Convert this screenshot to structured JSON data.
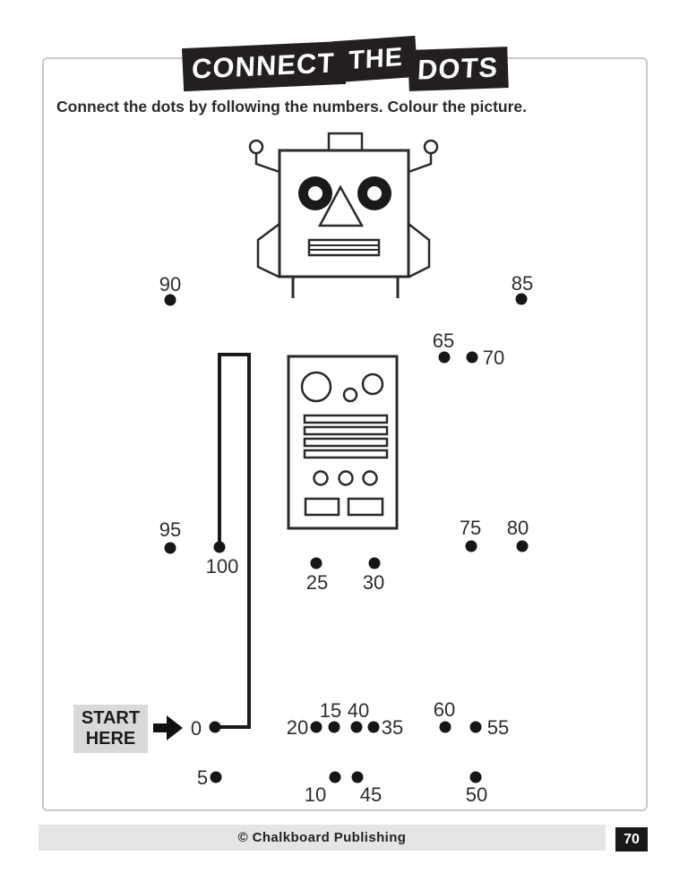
{
  "title_banner": {
    "word1": "CONNECT",
    "word2": "THE",
    "word3": "DOTS"
  },
  "instruction": "Connect the dots by following the numbers. Colour the picture.",
  "start_marker": {
    "line1": "START",
    "line2": "HERE"
  },
  "footer": {
    "copyright": "© Chalkboard Publishing",
    "page_number": "70"
  },
  "colors": {
    "ink": "#2a2a2a",
    "banner_bg": "#231f20",
    "start_box_bg": "#d9d9d9",
    "footer_bg": "#e5e5e5",
    "page_number_bg": "#191919",
    "page_border": "#c9c9c9"
  },
  "puzzle": {
    "drawn_path": "240,812 278,812 278,396 245,396 245,611",
    "dots": [
      {
        "n": "0",
        "dot": [
          240,
          812
        ],
        "label": [
          219,
          814
        ]
      },
      {
        "n": "5",
        "dot": [
          241,
          868
        ],
        "label": [
          226,
          869
        ]
      },
      {
        "n": "10",
        "dot": [
          374,
          868
        ],
        "label": [
          352,
          888
        ]
      },
      {
        "n": "15",
        "dot": [
          373,
          812
        ],
        "label": [
          369,
          794
        ]
      },
      {
        "n": "20",
        "dot": [
          353,
          812
        ],
        "label": [
          332,
          813
        ]
      },
      {
        "n": "25",
        "dot": [
          353,
          629
        ],
        "label": [
          354,
          651
        ]
      },
      {
        "n": "30",
        "dot": [
          418,
          629
        ],
        "label": [
          417,
          651
        ]
      },
      {
        "n": "35",
        "dot": [
          417,
          812
        ],
        "label": [
          438,
          813
        ]
      },
      {
        "n": "40",
        "dot": [
          398,
          812
        ],
        "label": [
          400,
          794
        ]
      },
      {
        "n": "45",
        "dot": [
          399,
          868
        ],
        "label": [
          414,
          888
        ]
      },
      {
        "n": "50",
        "dot": [
          531,
          868
        ],
        "label": [
          532,
          888
        ]
      },
      {
        "n": "55",
        "dot": [
          531,
          812
        ],
        "label": [
          556,
          813
        ]
      },
      {
        "n": "60",
        "dot": [
          497,
          812
        ],
        "label": [
          496,
          793
        ]
      },
      {
        "n": "65",
        "dot": [
          496,
          399
        ],
        "label": [
          495,
          381
        ]
      },
      {
        "n": "70",
        "dot": [
          527,
          399
        ],
        "label": [
          551,
          400
        ]
      },
      {
        "n": "75",
        "dot": [
          526,
          610
        ],
        "label": [
          525,
          590
        ]
      },
      {
        "n": "80",
        "dot": [
          583,
          610
        ],
        "label": [
          578,
          590
        ]
      },
      {
        "n": "85",
        "dot": [
          582,
          334
        ],
        "label": [
          583,
          317
        ]
      },
      {
        "n": "90",
        "dot": [
          190,
          335
        ],
        "label": [
          190,
          318
        ]
      },
      {
        "n": "95",
        "dot": [
          190,
          612
        ],
        "label": [
          190,
          592
        ]
      },
      {
        "n": "100",
        "dot": [
          245,
          611
        ],
        "label": [
          248,
          633
        ]
      }
    ]
  }
}
